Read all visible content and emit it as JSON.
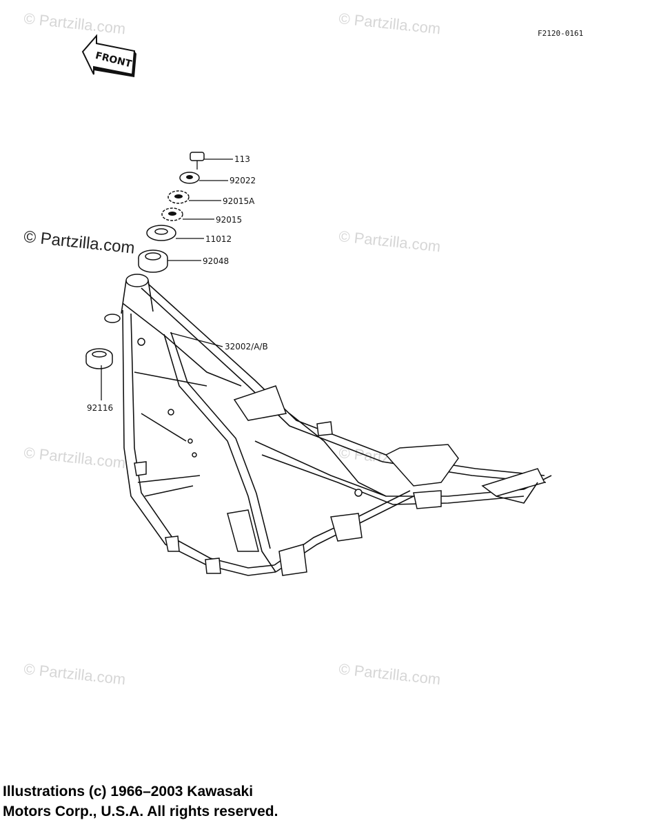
{
  "diagram": {
    "code": "F2120-0161",
    "front_label": "FRONT",
    "watermarks": [
      "© Partzilla.com",
      "© Partzilla.com",
      "© Partzilla.com",
      "© Partzilla.com",
      "© Partzilla.com",
      "© Partzilla.com",
      "© Partzilla.com",
      "© Partzilla.com"
    ],
    "parts": [
      {
        "label": "113"
      },
      {
        "label": "92022"
      },
      {
        "label": "92015A"
      },
      {
        "label": "92015"
      },
      {
        "label": "11012"
      },
      {
        "label": "92048"
      },
      {
        "label": "32002/A/B"
      },
      {
        "label": "92116"
      }
    ],
    "copyright_line1": "Illustrations (c) 1966–2003 Kawasaki",
    "copyright_line2": "Motors Corp., U.S.A.  All rights reserved."
  }
}
